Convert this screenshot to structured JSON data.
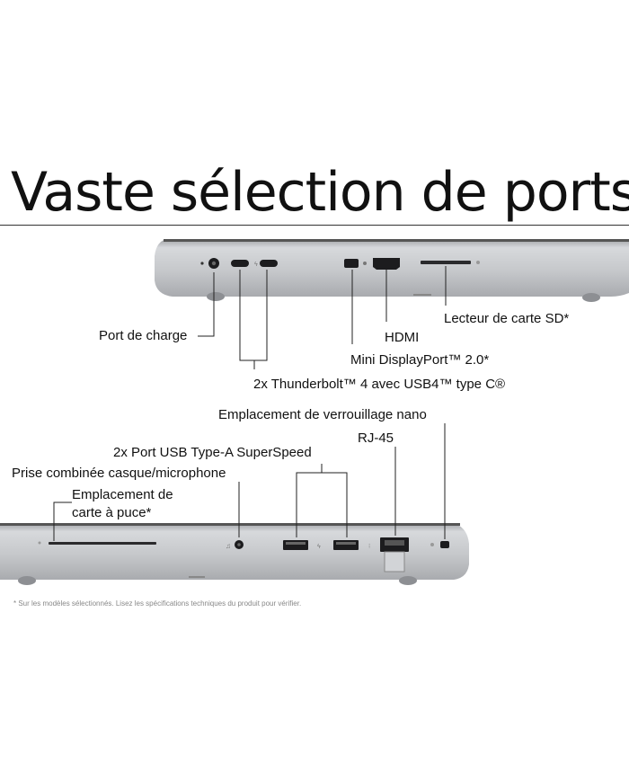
{
  "title": "Vaste sélection de ports",
  "top_view": {
    "charge_port": "Port de charge",
    "thunderbolt": "2x Thunderbolt™ 4 avec USB4™ type C®",
    "mini_displayport": "Mini DisplayPort™ 2.0*",
    "hdmi": "HDMI",
    "sd_reader": "Lecteur de carte SD*"
  },
  "bottom_view": {
    "nano_lock": "Emplacement de verrouillage nano",
    "rj45": "RJ-45",
    "usb_a": "2x Port USB Type-A SuperSpeed",
    "audio_jack": "Prise combinée casque/microphone",
    "smartcard_line1": "Emplacement de",
    "smartcard_line2": "carte à puce*"
  },
  "footnote": "* Sur les modèles sélectionnés. Lisez les spécifications techniques du produit pour vérifier.",
  "colors": {
    "chassis": "#c4c6c9",
    "chassis_dark": "#8d8f93",
    "port": "#1c1c1e",
    "line": "#222222"
  }
}
